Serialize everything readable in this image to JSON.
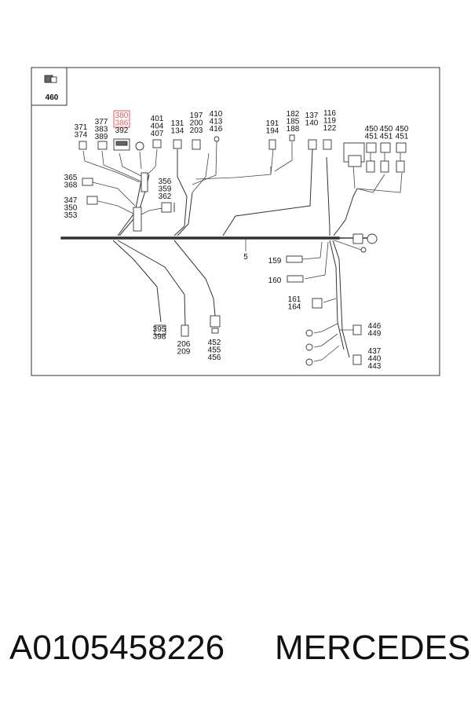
{
  "diagram": {
    "inset_label": "460",
    "trunk_label": "5",
    "callouts": [
      {
        "id": "c371",
        "lines": [
          "371",
          "374"
        ]
      },
      {
        "id": "c377",
        "lines": [
          "377",
          "383",
          "389"
        ]
      },
      {
        "id": "c380",
        "lines": [
          "380",
          "386",
          "392"
        ],
        "highlighted": true
      },
      {
        "id": "c401",
        "lines": [
          "401",
          "404",
          "407"
        ]
      },
      {
        "id": "c131",
        "lines": [
          "131",
          "134"
        ]
      },
      {
        "id": "c197",
        "lines": [
          "197",
          "200",
          "203"
        ]
      },
      {
        "id": "c410",
        "lines": [
          "410",
          "413",
          "416"
        ]
      },
      {
        "id": "c191",
        "lines": [
          "191",
          "194"
        ]
      },
      {
        "id": "c182",
        "lines": [
          "182",
          "185",
          "188"
        ]
      },
      {
        "id": "c137",
        "lines": [
          "137",
          "140"
        ]
      },
      {
        "id": "c116",
        "lines": [
          "116",
          "119",
          "122"
        ]
      },
      {
        "id": "c450a",
        "lines": [
          "450",
          "451"
        ]
      },
      {
        "id": "c450b",
        "lines": [
          "450",
          "451"
        ]
      },
      {
        "id": "c450c",
        "lines": [
          "450",
          "451"
        ]
      },
      {
        "id": "c365",
        "lines": [
          "365",
          "368"
        ]
      },
      {
        "id": "c356",
        "lines": [
          "356",
          "359",
          "362"
        ]
      },
      {
        "id": "c347",
        "lines": [
          "347",
          "350",
          "353"
        ]
      },
      {
        "id": "c159",
        "lines": [
          "159"
        ]
      },
      {
        "id": "c160",
        "lines": [
          "160"
        ]
      },
      {
        "id": "c161",
        "lines": [
          "161",
          "164"
        ]
      },
      {
        "id": "c446",
        "lines": [
          "446",
          "449"
        ]
      },
      {
        "id": "c437",
        "lines": [
          "437",
          "440",
          "443"
        ]
      },
      {
        "id": "c395",
        "lines": [
          "395",
          "398"
        ]
      },
      {
        "id": "c206",
        "lines": [
          "206",
          "209"
        ]
      },
      {
        "id": "c452",
        "lines": [
          "452",
          "455",
          "456"
        ]
      }
    ],
    "highlight_color": "#e05a5a"
  },
  "caption": {
    "part_number": "A0105458226",
    "brand": "MERCEDES"
  }
}
